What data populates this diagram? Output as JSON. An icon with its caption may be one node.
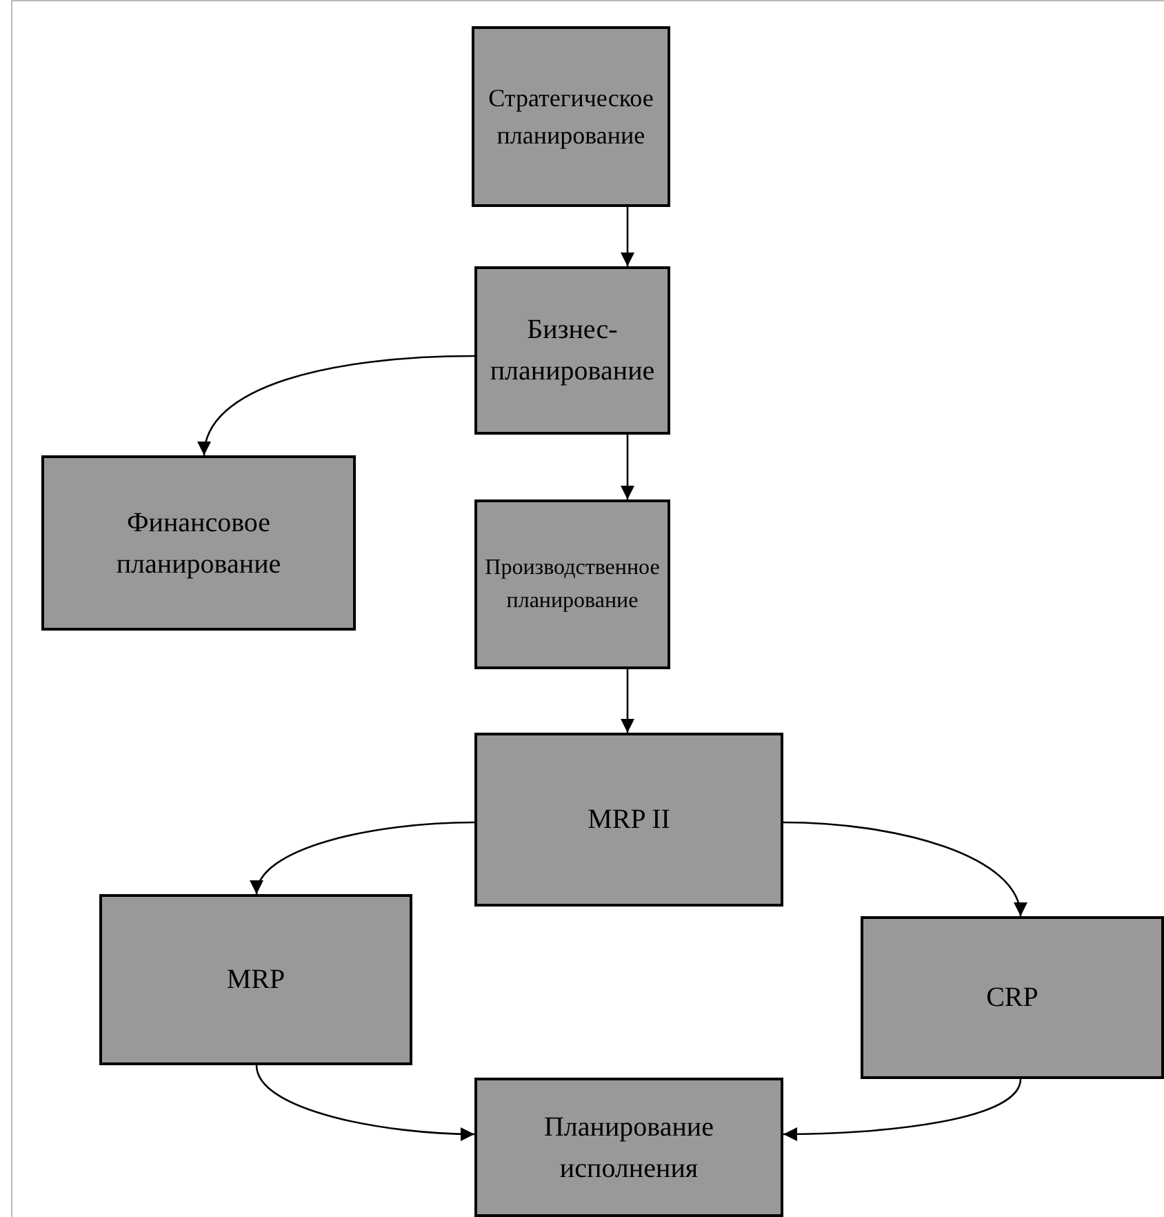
{
  "diagram": {
    "nodes": [
      {
        "text": [
          "Стратегическое планирование"
        ]
      },
      {
        "text": [
          "Бизнес-планирование"
        ]
      },
      {
        "text": [
          "Финансовое планирование"
        ]
      },
      {
        "text": [
          "Производственное планирование"
        ]
      },
      {
        "text": [
          "MRP II"
        ]
      },
      {
        "text": [
          "MRP"
        ]
      },
      {
        "text": [
          "CRP"
        ]
      },
      {
        "text": [
          "Планирование исполнения"
        ]
      }
    ],
    "edges": [
      {
        "from": 0,
        "to": 1,
        "arrow": "to"
      },
      {
        "from": 1,
        "to": 2,
        "arrow": "to"
      },
      {
        "from": 1,
        "to": 3,
        "arrow": "to"
      },
      {
        "from": 3,
        "to": 4,
        "arrow": "to"
      },
      {
        "from": 4,
        "to": 5,
        "arrow": "to"
      },
      {
        "from": 4,
        "to": 6,
        "arrow": "to"
      },
      {
        "from": 5,
        "to": 7,
        "arrow": "to"
      },
      {
        "from": 6,
        "to": 7,
        "arrow": "to"
      }
    ]
  }
}
